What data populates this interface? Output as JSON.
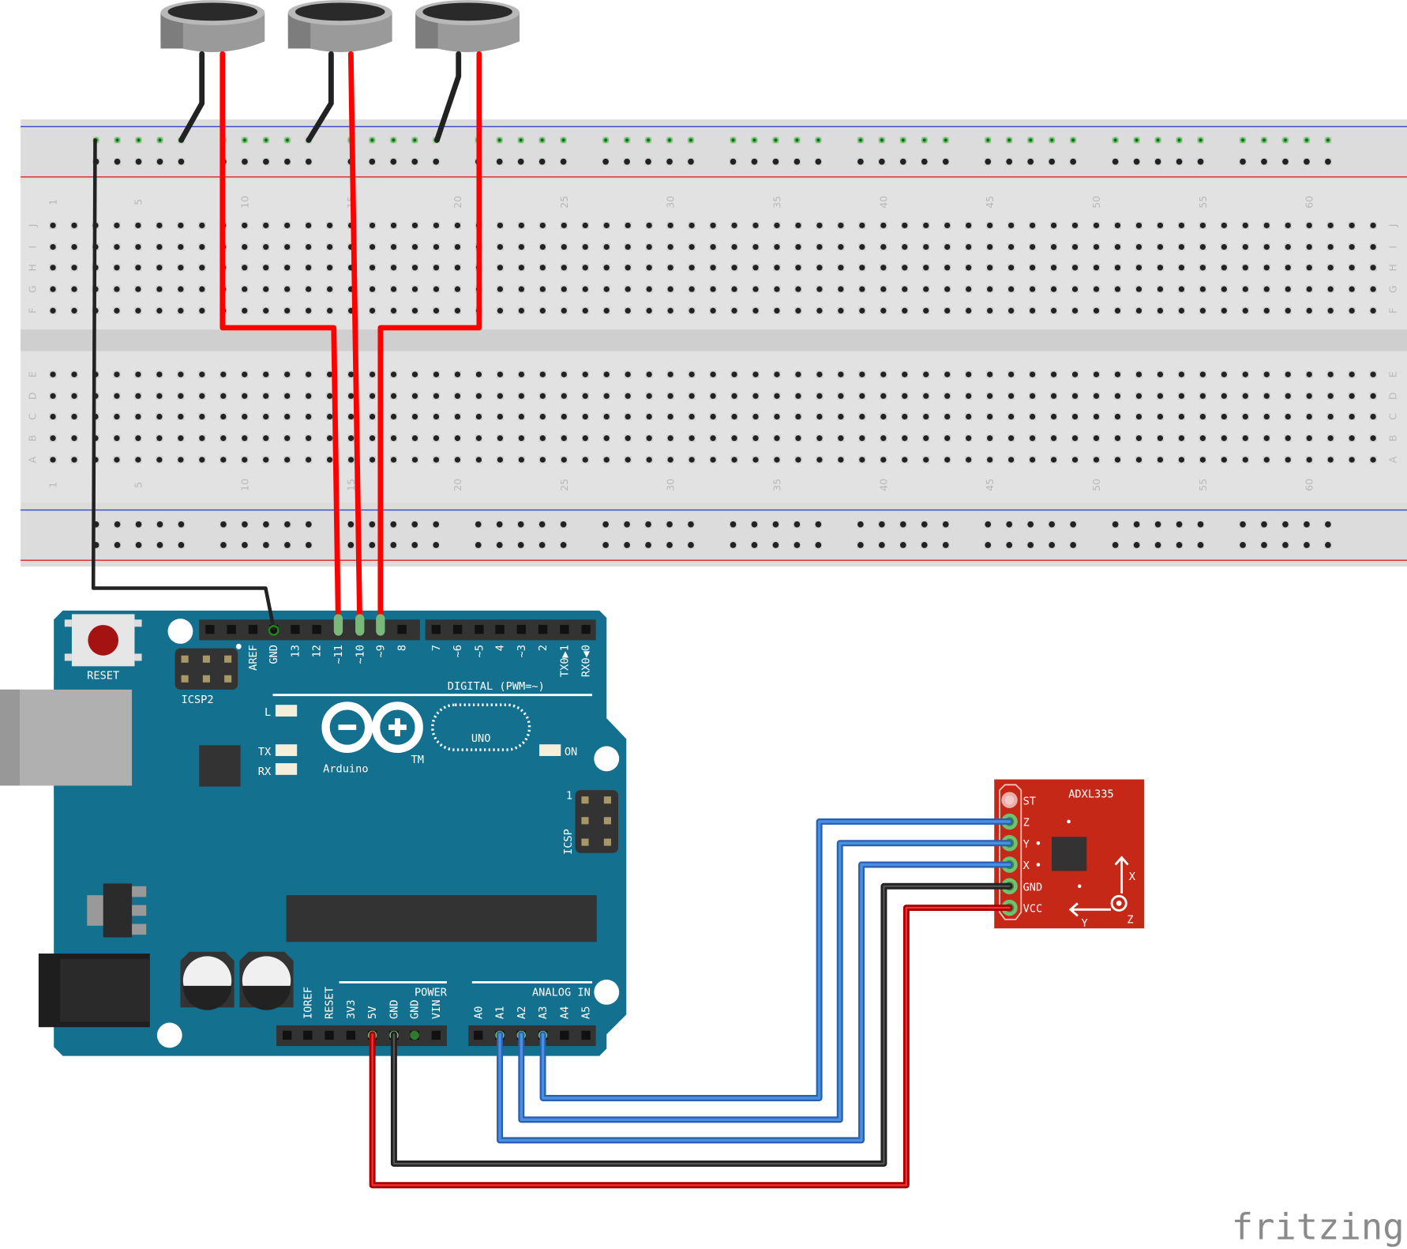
{
  "breadboard": {
    "row_labels_top": [
      "J",
      "I",
      "H",
      "G",
      "F"
    ],
    "row_labels_bottom": [
      "E",
      "D",
      "C",
      "B",
      "A"
    ],
    "column_labels": [
      "1",
      "5",
      "10",
      "15",
      "20",
      "25",
      "30",
      "35",
      "40",
      "45",
      "50",
      "55",
      "60"
    ]
  },
  "arduino": {
    "reset_label": "RESET",
    "icsp2_label": "ICSP2",
    "icsp_label": "ICSP",
    "icsp_pin1": "1",
    "digital_label": "DIGITAL (PWM=~)",
    "digital_pins": [
      "AREF",
      "GND",
      "13",
      "12",
      "~11",
      "~10",
      "~9",
      "8",
      "7",
      "~6",
      "~5",
      "4",
      "~3",
      "2",
      "TX0▶1",
      "RX0◀0"
    ],
    "led_labels": {
      "l": "L",
      "tx": "TX",
      "rx": "RX",
      "on": "ON"
    },
    "brand": "Arduino",
    "tm": "TM",
    "model": "UNO",
    "power_label": "POWER",
    "power_pins": [
      "",
      "IOREF",
      "RESET",
      "3V3",
      "5V",
      "GND",
      "GND",
      "VIN"
    ],
    "analog_label": "ANALOG IN",
    "analog_pins": [
      "A0",
      "A1",
      "A2",
      "A3",
      "A4",
      "A5"
    ]
  },
  "accelerometer": {
    "name": "ADXL335",
    "pins": [
      "ST",
      "Z",
      "Y",
      "X",
      "GND",
      "VCC"
    ],
    "axis_x": "X",
    "axis_y": "Y",
    "axis_z": "Z",
    "color": "#c62817"
  },
  "watermark": "fritzing",
  "colors": {
    "board": "#13708f",
    "wire_red": "#ff0000",
    "wire_black": "#222222",
    "wire_blue": "#3a7bd5",
    "wire_darkred": "#c00000"
  }
}
